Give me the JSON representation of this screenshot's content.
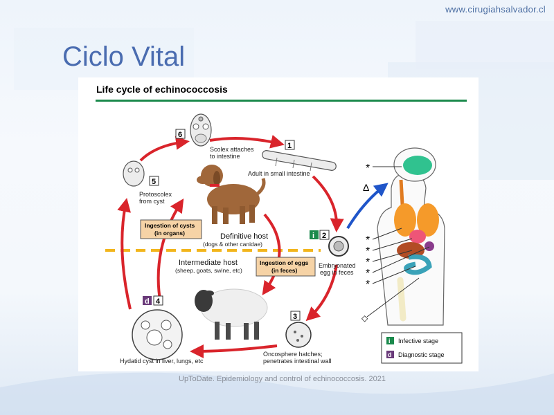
{
  "header": {
    "site_url": "www.cirugiahsalvador.cl",
    "slide_title": "Ciclo Vital"
  },
  "figure": {
    "title": "Life cycle of echinococcosis",
    "stages": [
      {
        "number": "1",
        "label_lines": [
          "Adult in small intestine"
        ]
      },
      {
        "number": "2",
        "label_lines": [
          "Embryonated",
          "egg in feces"
        ]
      },
      {
        "number": "3",
        "label_lines": [
          "Oncosphere hatches;",
          "penetrates intestinal wall"
        ]
      },
      {
        "number": "4",
        "label_lines": [
          "Hydatid cyst in liver, lungs, etc"
        ]
      },
      {
        "number": "5",
        "label_lines": [
          "Protoscolex",
          "from cyst"
        ]
      },
      {
        "number": "6",
        "label_lines": [
          "Scolex attaches",
          "to intestine"
        ]
      }
    ],
    "definitive_host": {
      "title": "Definitive host",
      "subtitle": "(dogs & other canidae)"
    },
    "intermediate_host": {
      "title": "Intermediate host",
      "subtitle": "(sheep, goats, swine, etc)"
    },
    "ingestion_cysts": [
      "Ingestion of cysts",
      "(in organs)"
    ],
    "ingestion_eggs": [
      "Ingestion of eggs",
      "(in feces)"
    ],
    "stage_markers": {
      "infective": "i",
      "diagnostic": "d"
    },
    "human_markers": {
      "asterisk": "*",
      "delta": "Δ",
      "diamond": "◇"
    },
    "legend": [
      {
        "marker": "i",
        "label": "Infective stage",
        "color": "#1b8a4c"
      },
      {
        "marker": "d",
        "label": "Diagnostic stage",
        "color": "#6a3b7a"
      }
    ],
    "colors": {
      "cycle_arrow": "#d9242b",
      "human_arrow": "#1f55c9",
      "divider": "#f2b51c",
      "rule": "#1b8a4c"
    }
  },
  "caption": "UpToDate. Epidemiology and control of echinococcosis. 2021"
}
